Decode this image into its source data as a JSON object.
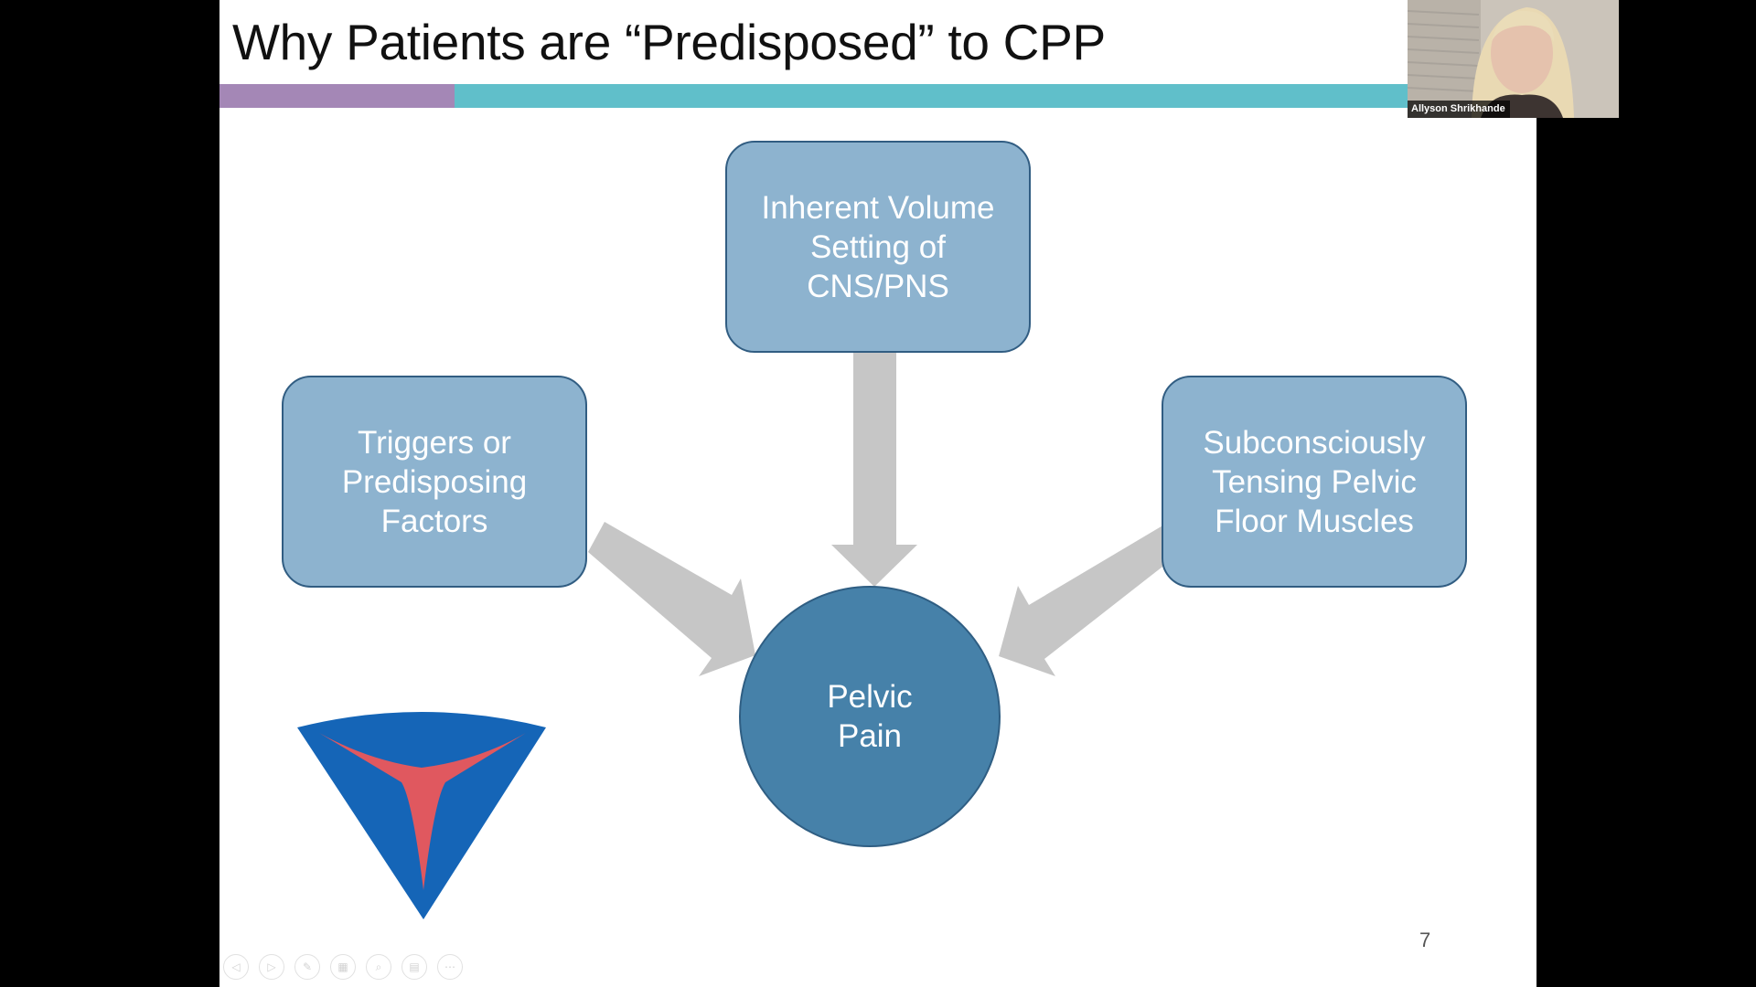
{
  "slide": {
    "title": "Why Patients are “Predisposed” to CPP",
    "page_number": "7"
  },
  "diagram": {
    "top_box": "Inherent Volume Setting of CNS/PNS",
    "left_box": "Triggers or Predisposing Factors",
    "right_box": "Subconsciously Tensing Pelvic Floor Muscles",
    "center": "Pelvic Pain"
  },
  "colors": {
    "accent_purple": "#a487b6",
    "accent_teal": "#60bfca",
    "box_fill": "#8db3cf",
    "center_fill": "#4681a9",
    "arrow_fill": "#c6c6c6",
    "logo_blue": "#1565b7",
    "logo_red": "#e0585f"
  },
  "toolbar": {
    "buttons": [
      "previous-icon",
      "next-icon",
      "pen-icon",
      "slides-icon",
      "zoom-icon",
      "subtitles-icon",
      "more-icon"
    ]
  },
  "video": {
    "participant_name": "Allyson Shrikhande"
  }
}
